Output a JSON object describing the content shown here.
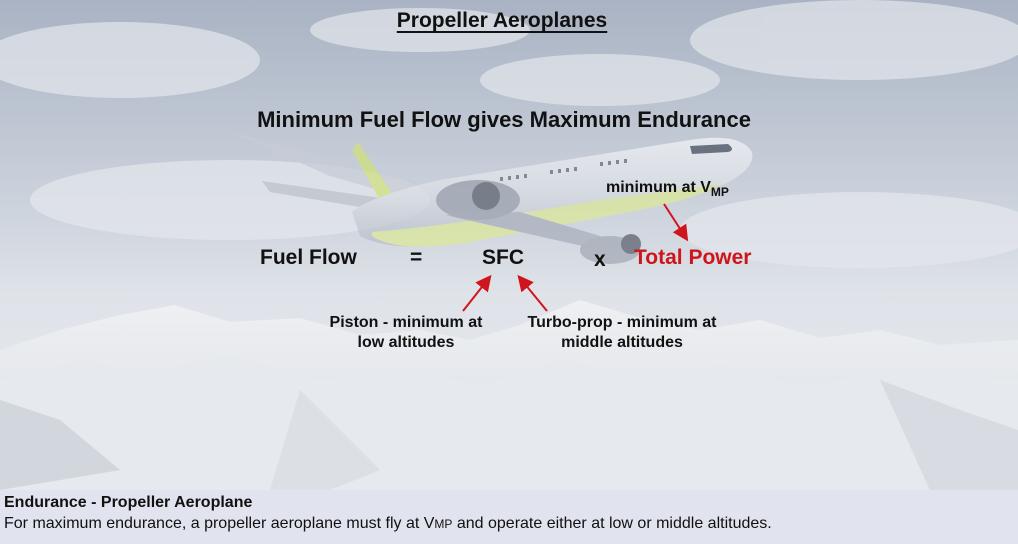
{
  "slide": {
    "title": "Propeller Aeroplanes",
    "headline": "Minimum Fuel Flow gives Maximum Endurance",
    "equation": {
      "lhs": "Fuel Flow",
      "equals": "=",
      "sfc": "SFC",
      "times": "x",
      "power": "Total Power"
    },
    "notes": {
      "vmp_prefix": "minimum at V",
      "vmp_sub": "MP",
      "piston_line1": "Piston - minimum at",
      "piston_line2": "low altitudes",
      "turbo_line1": "Turbo-prop - minimum at",
      "turbo_line2": "middle altitudes"
    }
  },
  "footer": {
    "title": "Endurance - Propeller Aeroplane",
    "text_before": "For maximum endurance, a propeller aeroplane must fly at V",
    "text_sub": "MP",
    "text_after": " and operate either at low or middle altitudes."
  },
  "colors": {
    "accent_red": "#d0141b",
    "footer_bg": "#e1e4ef"
  }
}
